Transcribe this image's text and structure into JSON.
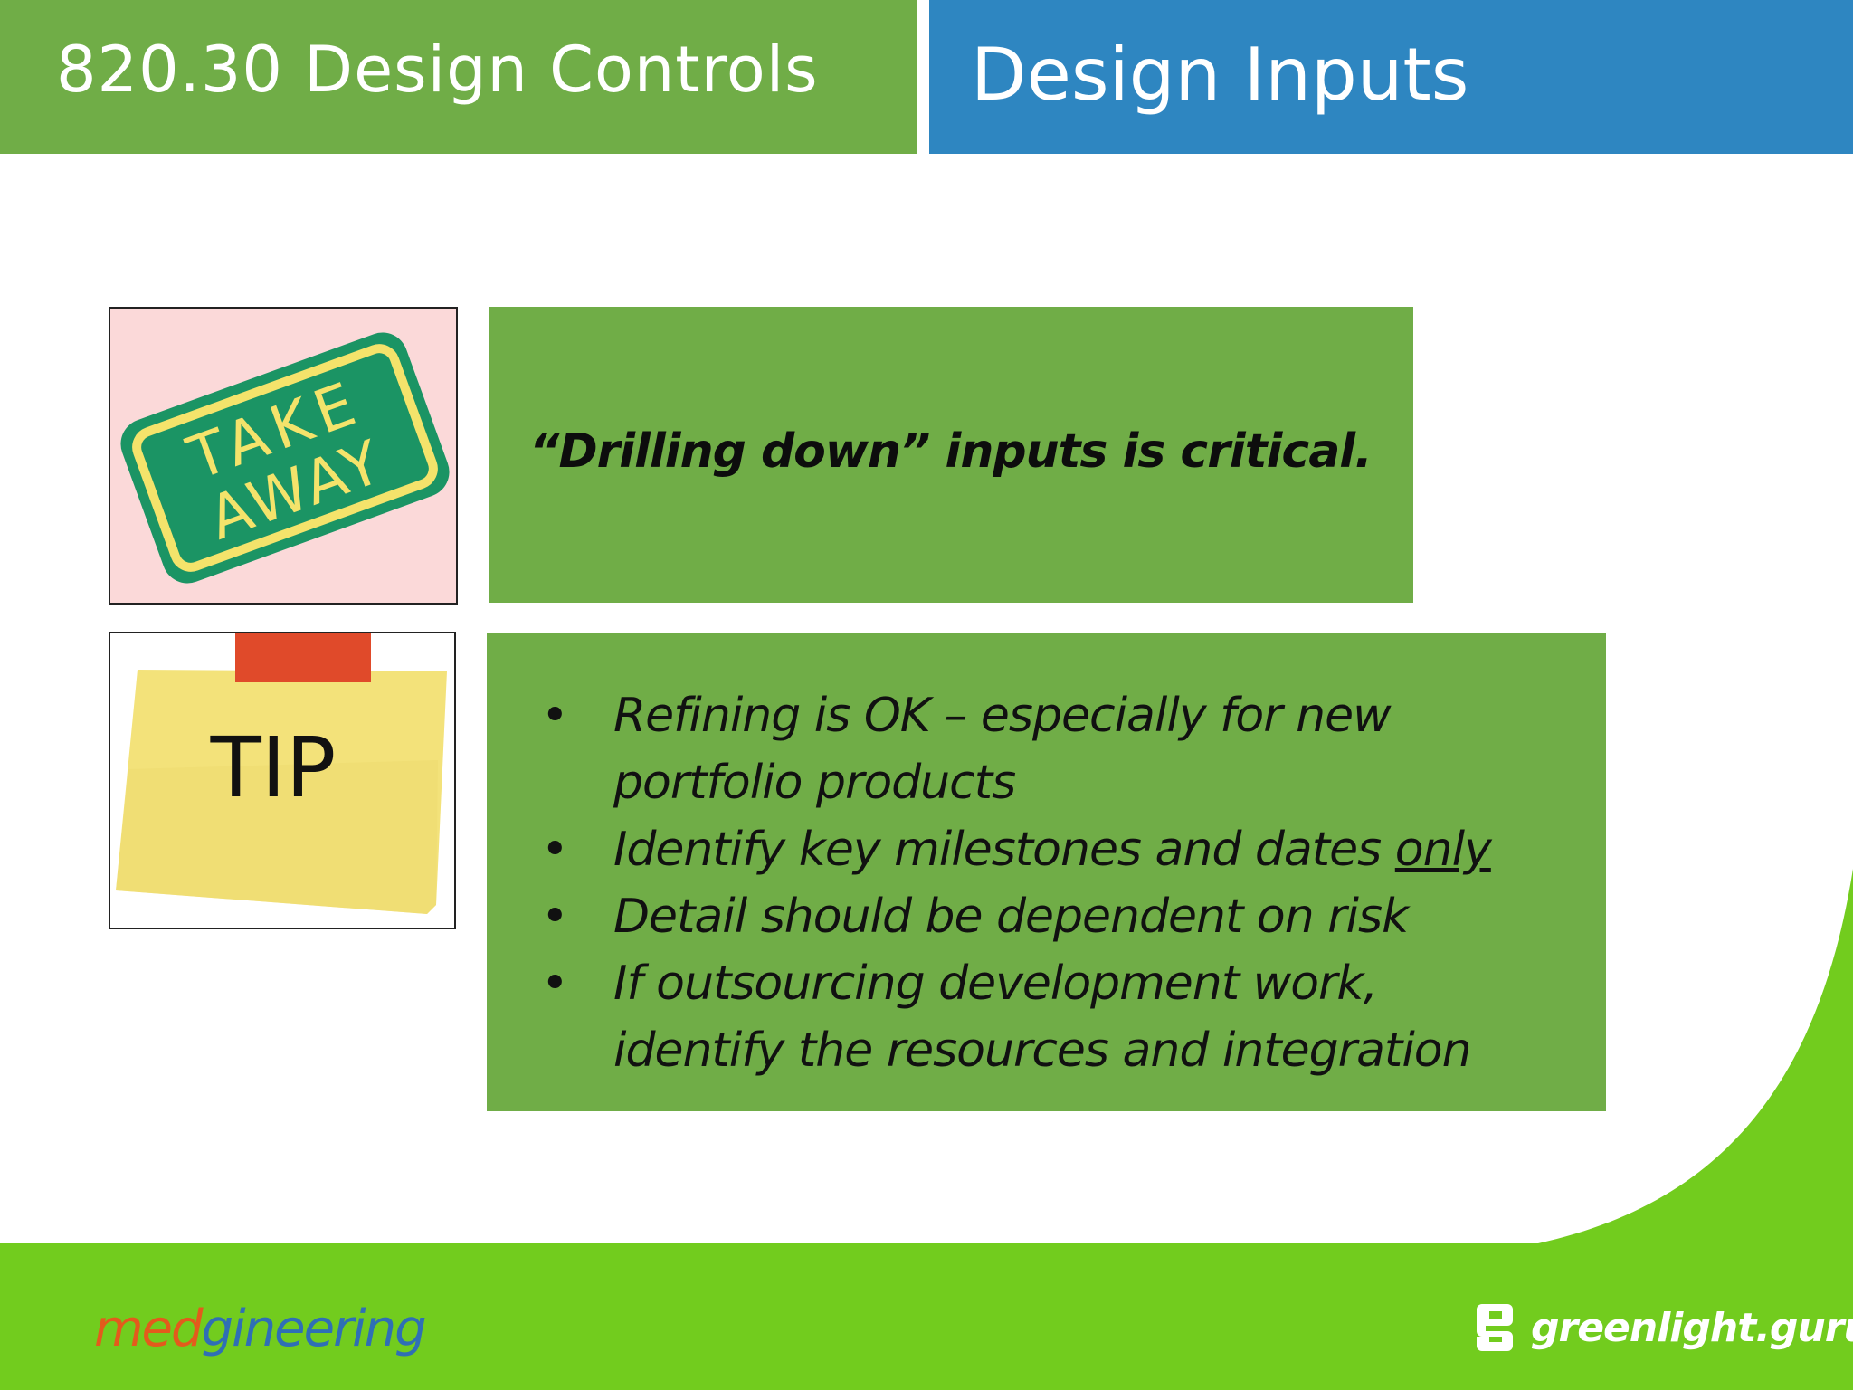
{
  "header": {
    "left_title": "820.30 Design Controls",
    "right_title": "Design Inputs"
  },
  "takeaway": {
    "image_text_line1": "TAKE",
    "image_text_line2": "AWAY",
    "quote": "“Drilling down” inputs is critical."
  },
  "tip": {
    "image_text": "TIP",
    "bullet_glyph": "•",
    "items": [
      {
        "pre": "Refining is OK – especially for new portfolio products",
        "underlined": "",
        "post": ""
      },
      {
        "pre": "Identify key milestones and dates ",
        "underlined": "only",
        "post": ""
      },
      {
        "pre": "Detail should be dependent on risk",
        "underlined": "",
        "post": ""
      },
      {
        "pre": "If outsourcing development work, identify the resources and integration",
        "underlined": "",
        "post": ""
      }
    ]
  },
  "footer": {
    "left_logo_part1": "med",
    "left_logo_part2": "gineering",
    "right_logo": "greenlight.guru"
  },
  "colors": {
    "header_green": "#70ad47",
    "header_blue": "#2e86c1",
    "footer_green": "#72cc1e",
    "box_green": "#70ad47"
  }
}
